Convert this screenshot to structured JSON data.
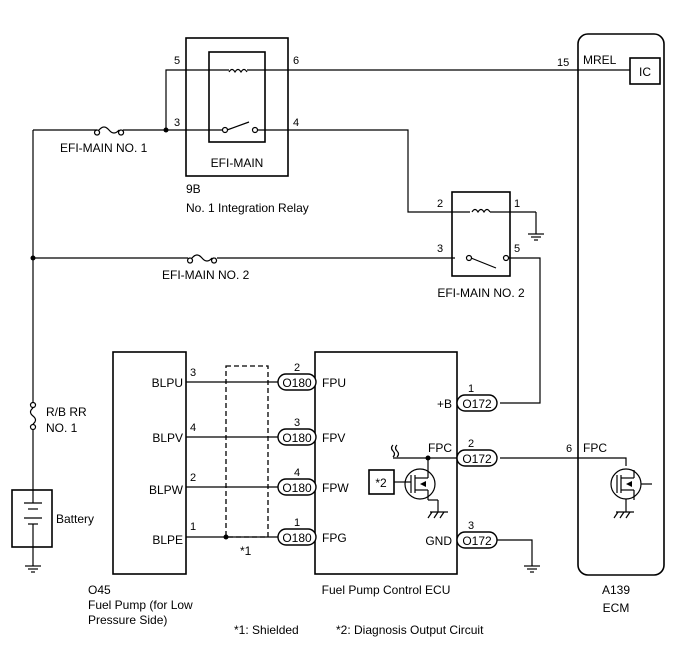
{
  "relay_efi_main": {
    "pins": {
      "p5": "5",
      "p6": "6",
      "p3": "3",
      "p4": "4"
    },
    "name": "EFI-MAIN",
    "code": "9B",
    "desc": "No. 1 Integration Relay"
  },
  "fuse_efi_main1": "EFI-MAIN NO. 1",
  "fuse_efi_main2": "EFI-MAIN NO. 2",
  "relay_efi_main2": {
    "pins": {
      "p2": "2",
      "p1": "1",
      "p3": "3",
      "p5": "5"
    },
    "name": "EFI-MAIN NO. 2"
  },
  "ecm": {
    "pin_mrel": "15",
    "mrel": "MREL",
    "ic": "IC",
    "pin_fpc": "6",
    "fpc": "FPC",
    "code": "A139",
    "name": "ECM"
  },
  "fuse_rb": {
    "line1": "R/B RR",
    "line2": "NO. 1"
  },
  "battery": "Battery",
  "fuel_pump": {
    "terminals": [
      {
        "name": "BLPU",
        "pin": "3"
      },
      {
        "name": "BLPV",
        "pin": "4"
      },
      {
        "name": "BLPW",
        "pin": "2"
      },
      {
        "name": "BLPE",
        "pin": "1"
      }
    ],
    "code": "O45",
    "name_line1": "Fuel Pump (for Low",
    "name_line2": "Pressure Side)"
  },
  "pump_ecu": {
    "terminals": [
      {
        "name": "FPU",
        "pin": "2",
        "conn": "O180"
      },
      {
        "name": "FPV",
        "pin": "3",
        "conn": "O180"
      },
      {
        "name": "FPW",
        "pin": "4",
        "conn": "O180"
      },
      {
        "name": "FPG",
        "pin": "1",
        "conn": "O180"
      }
    ],
    "right": [
      {
        "name": "+B",
        "pin": "1",
        "conn": "O172"
      },
      {
        "name": "FPC",
        "pin": "2",
        "conn": "O172"
      },
      {
        "name": "GND",
        "pin": "3",
        "conn": "O172"
      }
    ],
    "diag_box": "*2",
    "name": "Fuel Pump Control ECU"
  },
  "shield_mark": "*1",
  "notes": {
    "n1": "*1: Shielded",
    "n2": "*2: Diagnosis Output Circuit"
  }
}
